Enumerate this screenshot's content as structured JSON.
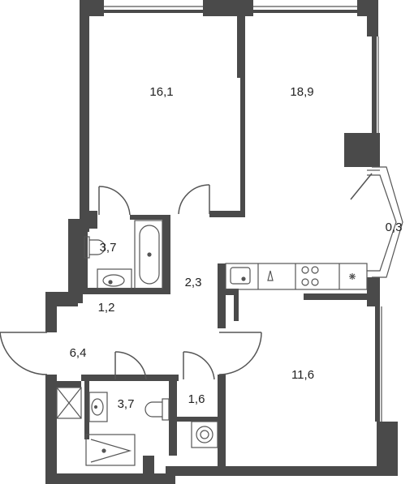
{
  "rooms": [
    {
      "id": "room-16-1",
      "area": "16,1"
    },
    {
      "id": "room-18-9",
      "area": "18,9"
    },
    {
      "id": "room-0-3",
      "area": "0,3"
    },
    {
      "id": "room-3-7-bath-top",
      "area": "3,7"
    },
    {
      "id": "room-2-3",
      "area": "2,3"
    },
    {
      "id": "room-1-2",
      "area": "1,2"
    },
    {
      "id": "room-6-4",
      "area": "6,4"
    },
    {
      "id": "room-3-7-bath-bottom",
      "area": "3,7"
    },
    {
      "id": "room-1-6",
      "area": "1,6"
    },
    {
      "id": "room-11-6",
      "area": "11,6"
    }
  ],
  "colors": {
    "wall": "#4a4a4a",
    "line": "#555555",
    "background": "#ffffff"
  },
  "icons": [
    "bathtub-icon",
    "toilet-icon",
    "sink-icon",
    "stove-icon",
    "fridge-icon",
    "shower-icon",
    "washing-machine-icon",
    "door-icon",
    "window-icon"
  ]
}
